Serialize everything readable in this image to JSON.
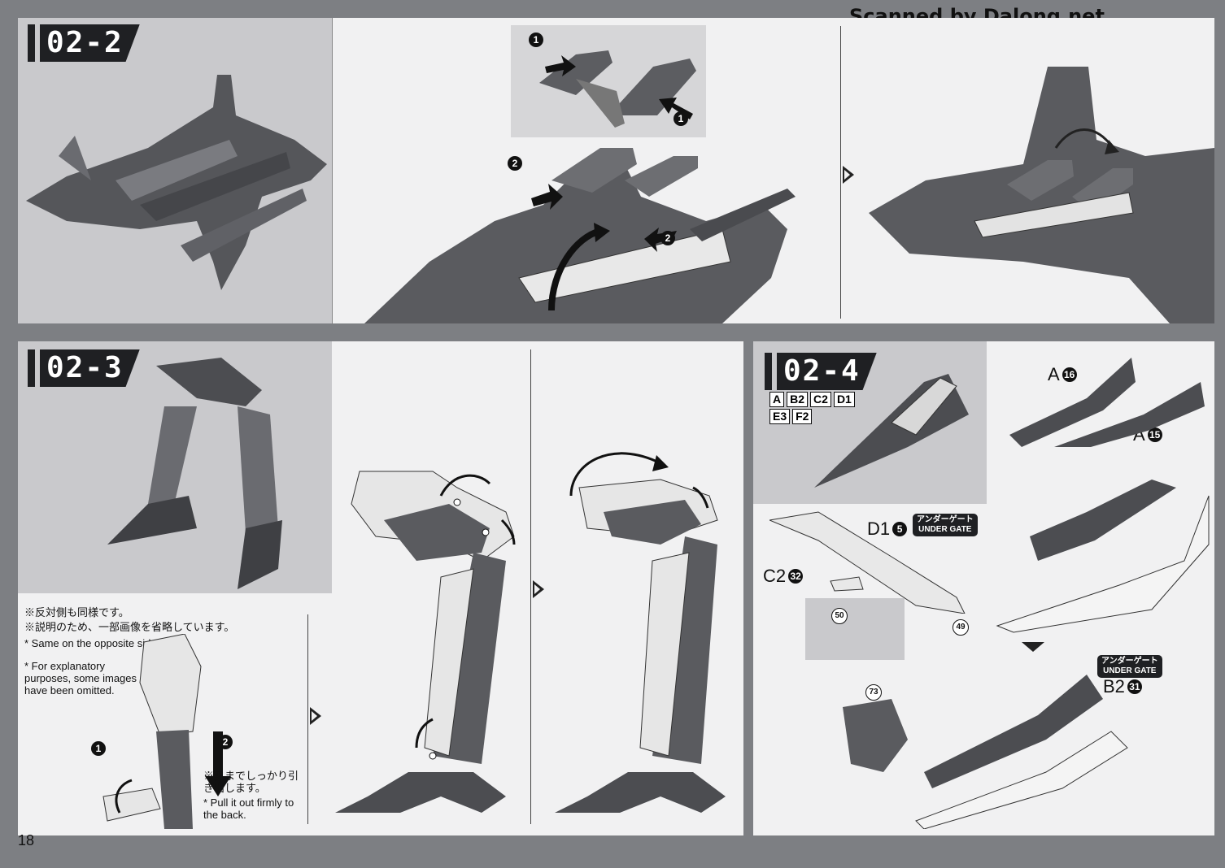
{
  "credit": "Scanned by Dalong.net",
  "page_number": "18",
  "steps": {
    "s02_2": {
      "label": "02-2"
    },
    "s02_3": {
      "label": "02-3"
    },
    "s02_4": {
      "label": "02-4"
    }
  },
  "callouts": {
    "one": "1",
    "two": "2"
  },
  "notes_02_3": {
    "jp1": "※反対側も同様です。",
    "jp2": "※説明のため、一部画像を省略しています。",
    "en1": "* Same on the opposite side.",
    "en2": "* For explanatory purposes, some images have been omitted.",
    "pull_jp": "※奥までしっかり引き出します。",
    "pull_en": "* Pull it out firmly to the back."
  },
  "runners_02_4": [
    "A",
    "B2",
    "C2",
    "D1",
    "E3",
    "F2"
  ],
  "parts_02_4": {
    "a16": {
      "runner": "A",
      "num": "16"
    },
    "a15": {
      "runner": "A",
      "num": "15"
    },
    "d1_5": {
      "runner": "D1",
      "num": "5"
    },
    "c2_32": {
      "runner": "C2",
      "num": "32"
    },
    "b2_31": {
      "runner": "B2",
      "num": "31"
    },
    "gate50": "50",
    "gate49": "49",
    "gate73": "73"
  },
  "under_gate": {
    "jp": "アンダーゲート",
    "en": "UNDER GATE"
  }
}
